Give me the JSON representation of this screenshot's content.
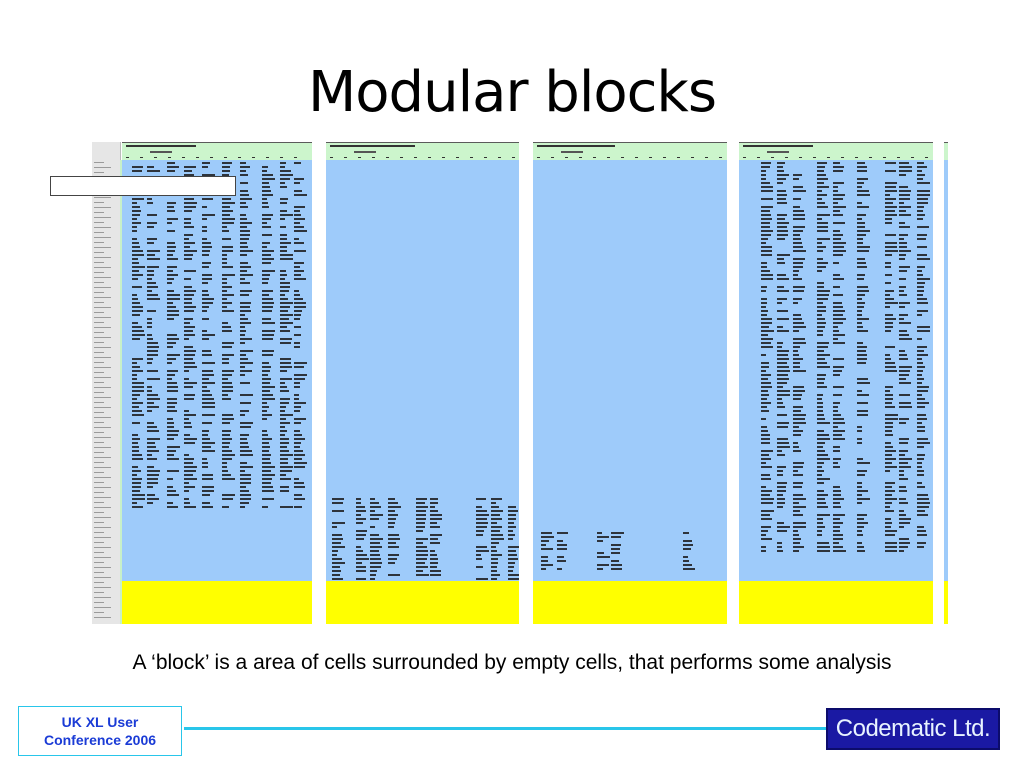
{
  "slide": {
    "title": "Modular blocks",
    "caption": "A ‘block’ is a area of cells surrounded by empty cells, that performs some analysis"
  },
  "footer": {
    "conference_line1": "UK XL User",
    "conference_line2": "Conference 2006",
    "logo_text": "Codematic Ltd."
  },
  "colors": {
    "header": "#ccf5cc",
    "block_body": "#9ecbfa",
    "summary_row": "#ffff00",
    "accent_rule": "#29c6ea",
    "logo_bg": "#1a19a3"
  }
}
